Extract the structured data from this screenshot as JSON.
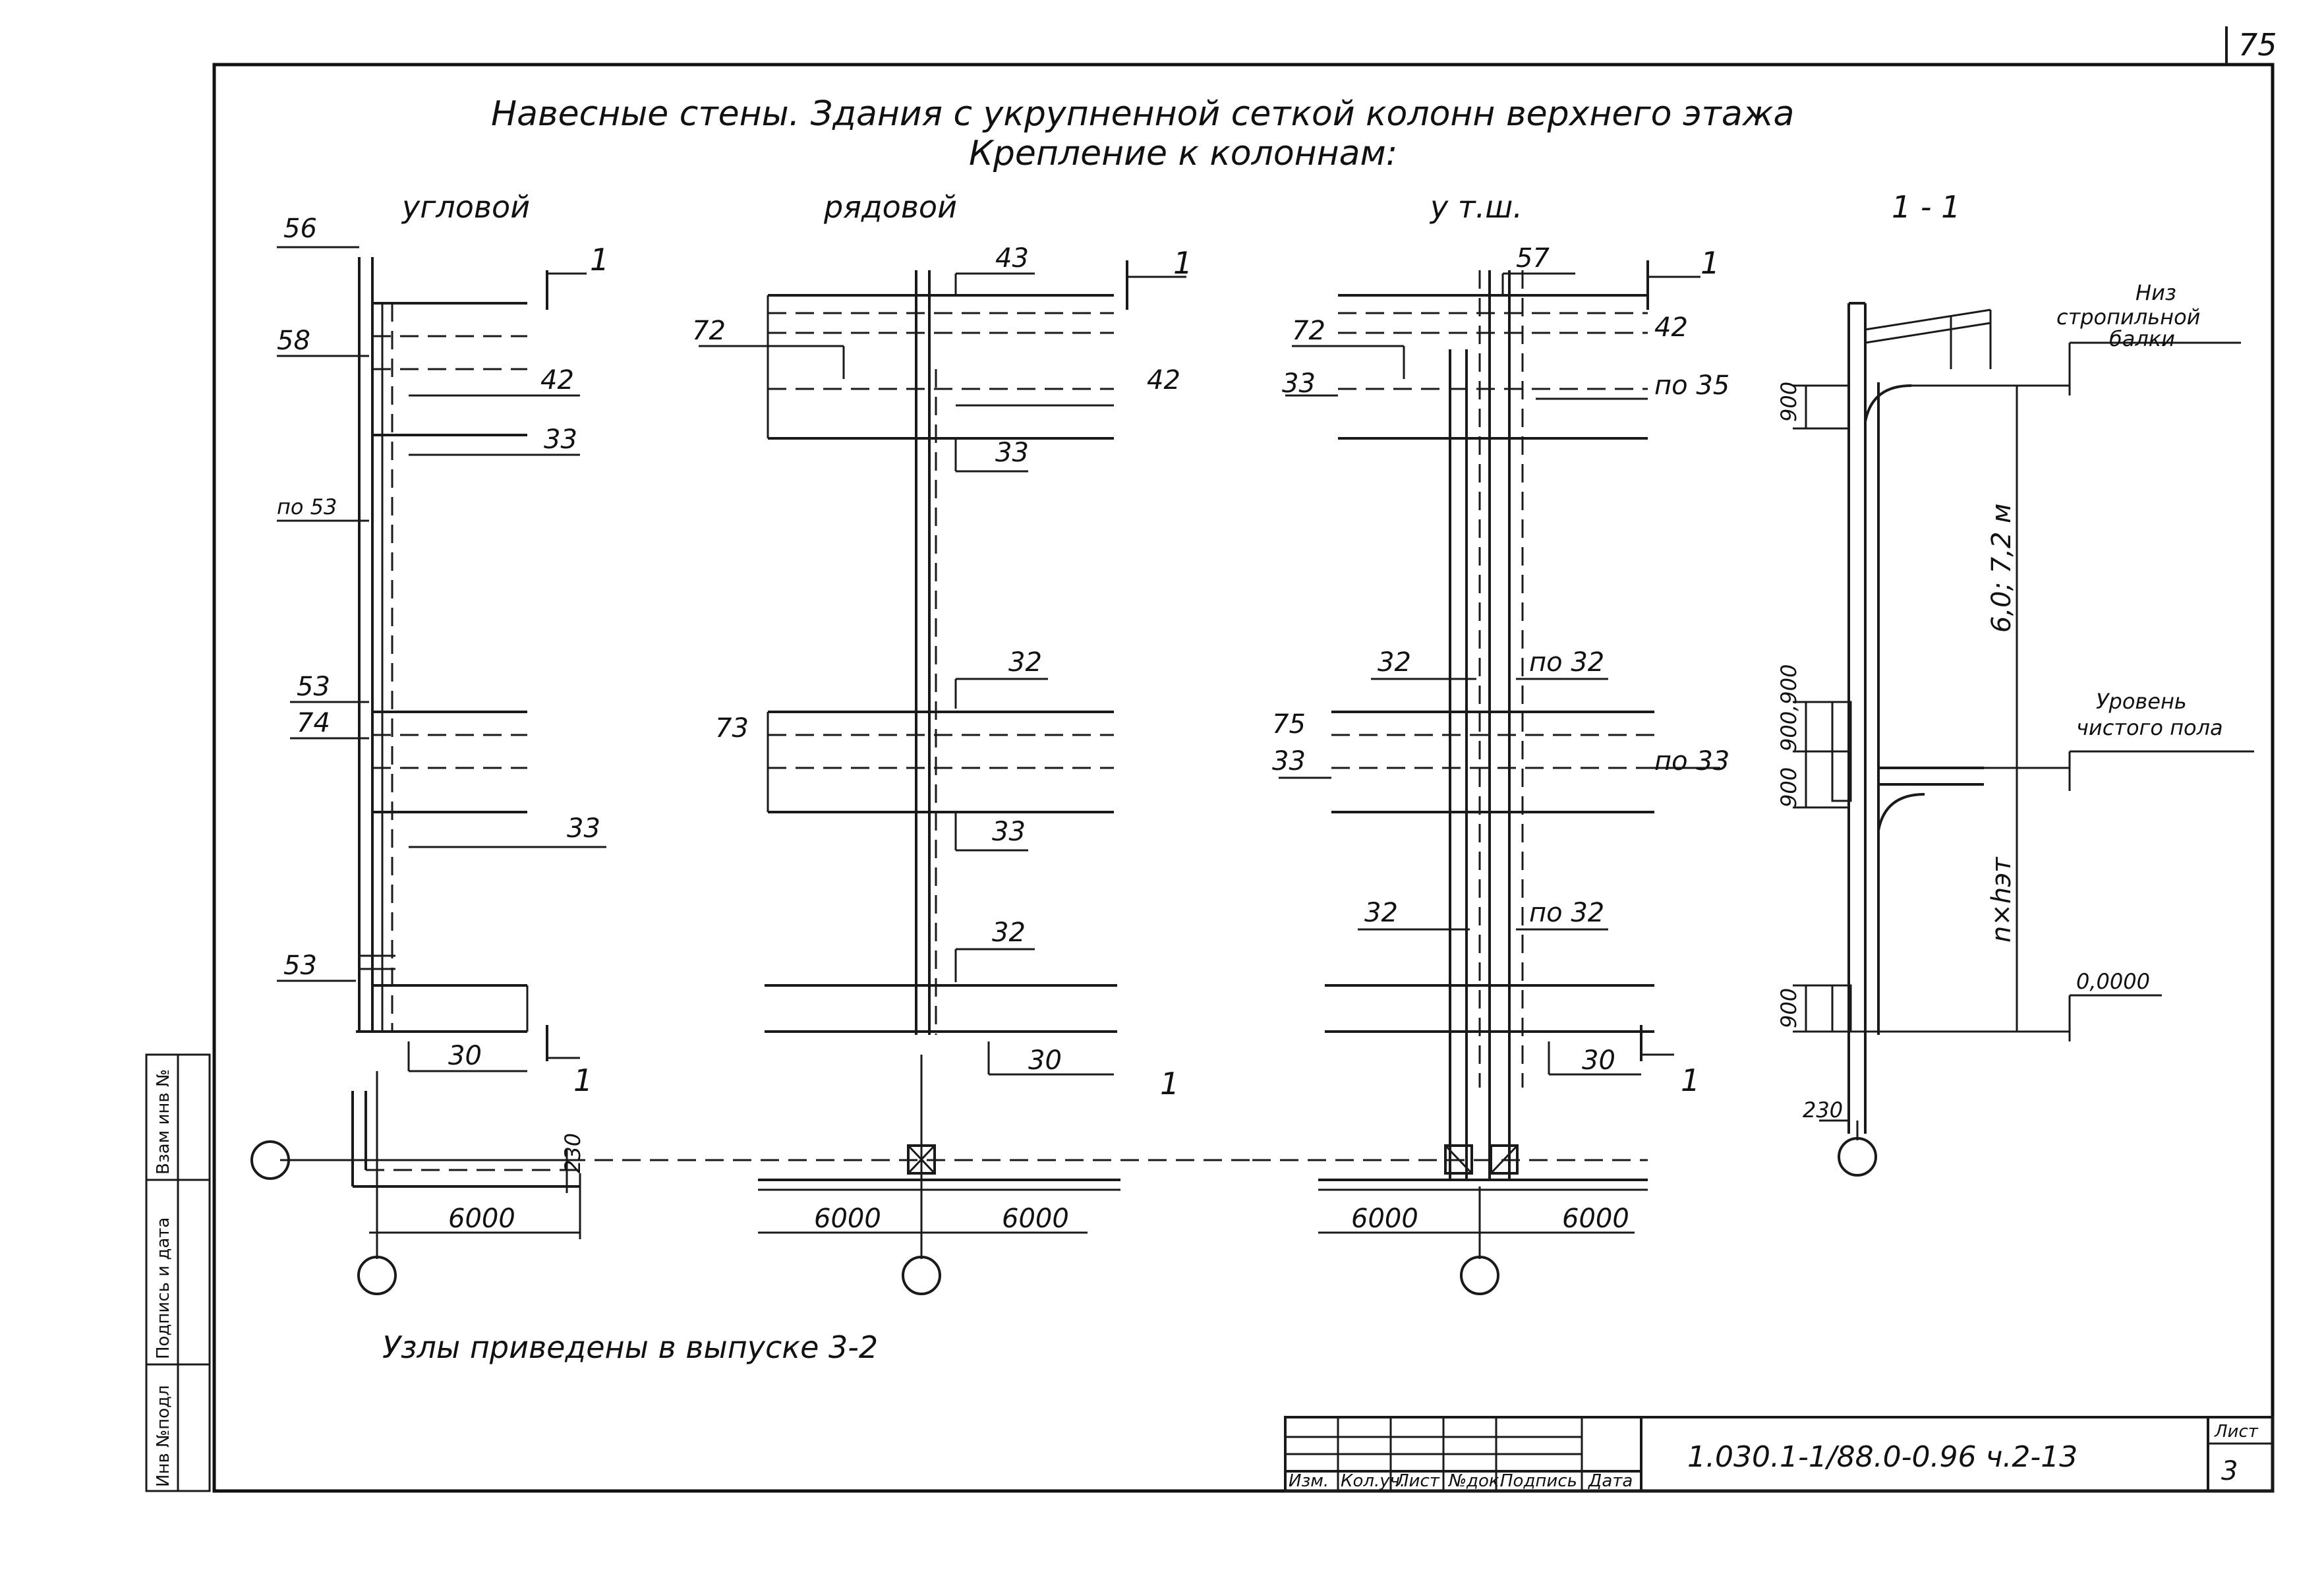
{
  "page_number": "75",
  "title_line1": "Навесные стены. Здания с укрупненной сеткой колонн верхнего этажа",
  "title_line2": "Крепление к колоннам:",
  "headings": {
    "corner": "угловой",
    "row": "рядовой",
    "expansion": "у т.ш.",
    "section": "1 - 1"
  },
  "cut_marker": "1",
  "corner_labels": {
    "top_width": "56",
    "left_58": "58",
    "right_42": "42",
    "right_33_top": "33",
    "left_po53": "по 53",
    "left_53_mid": "53",
    "left_74": "74",
    "right_33_mid": "33",
    "left_53_bottom": "53",
    "bottom_30": "30",
    "right_230": "230",
    "span_6000": "6000"
  },
  "row_labels": {
    "top_43": "43",
    "left_72": "72",
    "right_42": "42",
    "bottom_33_top": "33",
    "right_32_mid": "32",
    "left_73": "73",
    "bottom_33_mid": "33",
    "right_32_low": "32",
    "bottom_30": "30",
    "span_left": "6000",
    "span_right": "6000"
  },
  "expansion_labels": {
    "top_57": "57",
    "left_72": "72",
    "right_42": "42",
    "left_33_top": "33",
    "right_po35": "по 35",
    "left_32_mid": "32",
    "right_po32_mid": "по 32",
    "left_75": "75",
    "left_33_mid": "33",
    "right_po33": "по 33",
    "left_32_low": "32",
    "right_po32_low": "по 32",
    "bottom_30": "30",
    "span_left": "6000",
    "span_right": "6000"
  },
  "section_labels": {
    "note_beam_1": "Низ",
    "note_beam_2": "стропильной",
    "note_beam_3": "балки",
    "dim_900_top": "900",
    "height": "6,0; 7,2 м",
    "floor_1": "Уровень",
    "floor_2": "чистого пола",
    "dim_900_mid": "900,900",
    "dim_900_mid2": "900",
    "story": "n×hэт",
    "zero_level": "0,0000",
    "dim_900_bottom": "900",
    "dim_230": "230"
  },
  "note": "Узлы приведены в выпуске 3-2",
  "side_stamp": [
    "Инв №подл",
    "Подпись и дата",
    "Взам инв №"
  ],
  "title_block": {
    "columns": [
      "Изм.",
      "Кол.уч.",
      "Лист",
      "№док.",
      "Подпись",
      "Дата"
    ],
    "code": "1.030.1-1/88.0-0.96 ч.2-13",
    "sheet_label": "Лист",
    "sheet_number": "3"
  }
}
